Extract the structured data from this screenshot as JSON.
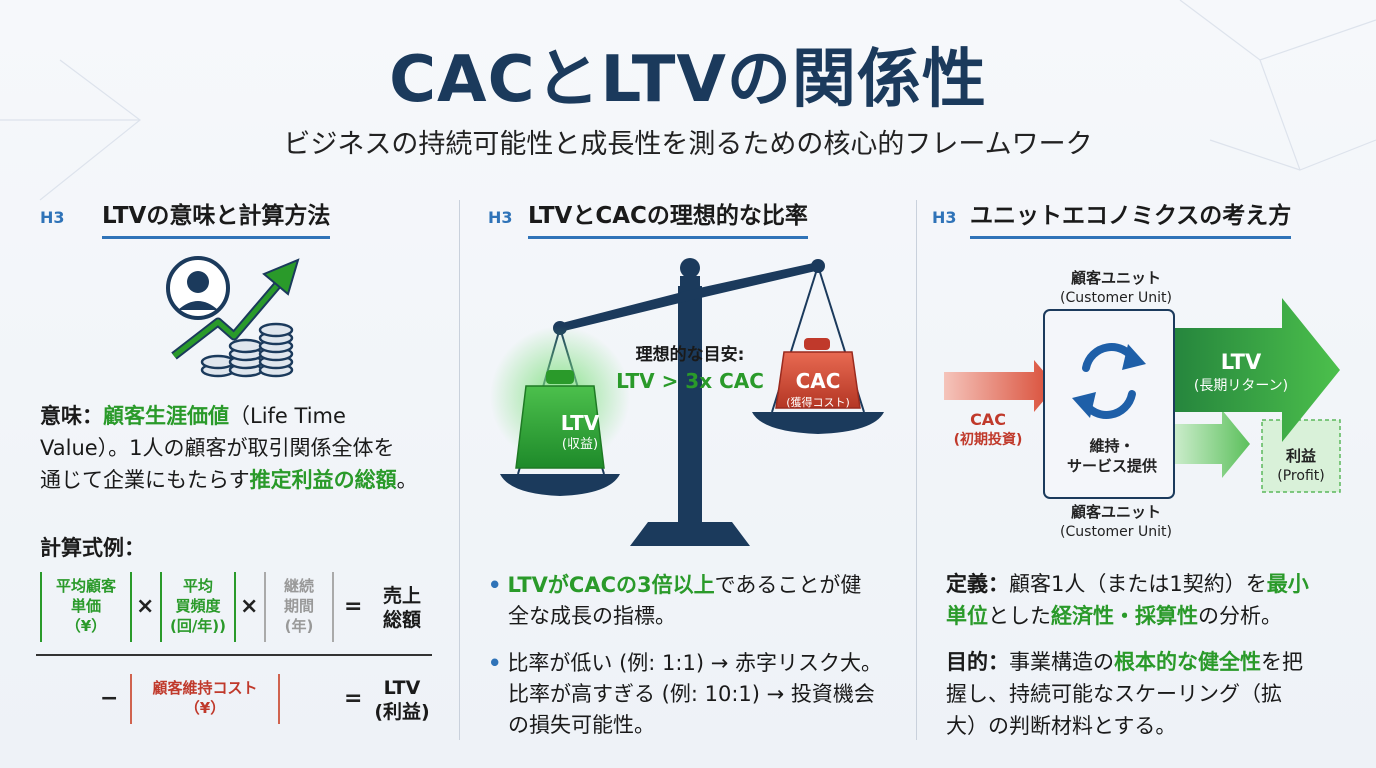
{
  "header": {
    "title": "CACとLTVの関係性",
    "subtitle": "ビジネスの持続可能性と成長性を測るための核心的フレームワーク"
  },
  "col1": {
    "tag": "H3",
    "heading": "LTVの意味と計算方法",
    "meaning_label": "意味：",
    "meaning_term": "顧客生涯価値",
    "meaning_en": "（Life Time",
    "meaning_line2": "Value）。1人の顧客が取引関係全体を",
    "meaning_line3a": "通じて企業にもたらす",
    "meaning_line3b": "推定利益の総額",
    "meaning_line3c": "。",
    "formula_label": "計算式例：",
    "f1_l1": "平均顧客",
    "f1_l2": "単価",
    "f1_l3": "（¥）",
    "f2_l1": "平均",
    "f2_l2": "買頻度",
    "f2_l3": "(回/年))",
    "f3_l1": "継続",
    "f3_l2": "期間",
    "f3_l3": "(年)",
    "times": "×",
    "equals": "=",
    "minus": "−",
    "r1_l1": "売上",
    "r1_l2": "総額",
    "f4_l1": "顧客維持コスト",
    "f4_l2": "（¥）",
    "r2_l1": "LTV",
    "r2_l2": "(利益)"
  },
  "col2": {
    "tag": "H3",
    "heading": "LTVとCACの理想的な比率",
    "scale_caption": "理想的な目安:",
    "scale_ratio": "LTV > 3x CAC",
    "ltv_weight": "LTV",
    "ltv_weight_sub": "(収益)",
    "cac_weight": "CAC",
    "cac_weight_sub": "(獲得コスト)",
    "b1_green": "LTVがCACの3倍以上",
    "b1_rest": "であることが健",
    "b1_line2": "全な成長の指標。",
    "b2_line1": "比率が低い (例: 1:1) → 赤字リスク大。",
    "b2_line2": "比率が高すぎる (例: 10:1) → 投資機会",
    "b2_line3": "の損失可能性。"
  },
  "col3": {
    "tag": "H3",
    "heading": "ユニットエコノミクスの考え方",
    "unit_top": "顧客ユニット",
    "unit_top_en": "(Customer Unit)",
    "unit_bottom": "顧客ユニット",
    "unit_bottom_en": "(Customer Unit)",
    "box_l1": "維持・",
    "box_l2": "サービス提供",
    "cac_label": "CAC",
    "cac_sub": "(初期投資)",
    "ltv_label": "LTV",
    "ltv_sub": "(長期リターン)",
    "profit_label": "利益",
    "profit_sub": "(Profit)",
    "def_label": "定義：",
    "def_a": "顧客1人（または1契約）を",
    "def_b": "最小",
    "def_c": "単位",
    "def_d": "とした",
    "def_e": "経済性・採算性",
    "def_f": "の分析。",
    "purpose_label": "目的：",
    "purpose_a": "事業構造の",
    "purpose_b": "根本的な健全性",
    "purpose_c": "を把",
    "purpose_line2": "握し、持続可能なスケーリング（拡",
    "purpose_line3": "大）の判断材料とする。"
  },
  "colors": {
    "navy": "#1b3a5c",
    "blue": "#2f73b8",
    "green": "#2a9a2a",
    "red": "#c0392b"
  }
}
